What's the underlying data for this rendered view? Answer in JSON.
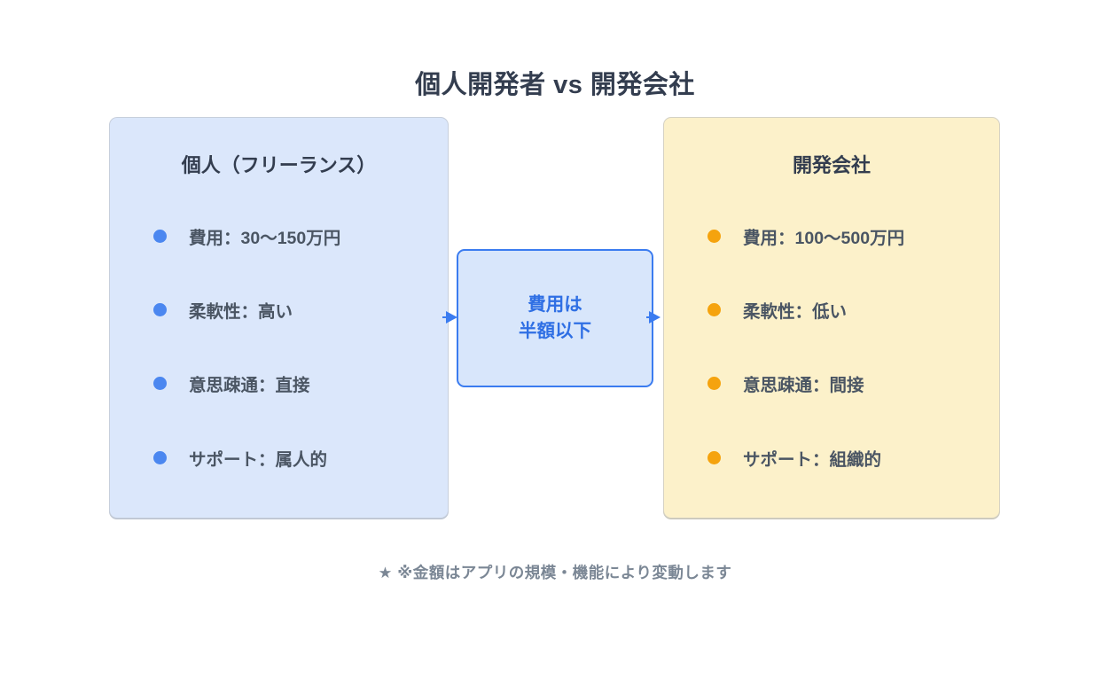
{
  "page": {
    "title": "個人開発者 vs 開発会社",
    "footnote": "★ ※金額はアプリの規模・機能により変動します",
    "background_color": "#ffffff",
    "title_color": "#333d4f",
    "footnote_color": "#7b8795"
  },
  "left_box": {
    "title": "個人（フリーランス）",
    "items": [
      "費用：30〜150万円",
      "柔軟性：高い",
      "意思疎通：直接",
      "サポート：属人的"
    ],
    "bullet_color": "#4b87f0",
    "background_color": "#dbe7fb",
    "border_color": "#c7cfdc",
    "text_color": "#4a5563"
  },
  "right_box": {
    "title": "開発会社",
    "items": [
      "費用：100〜500万円",
      "柔軟性：低い",
      "意思疎通：間接",
      "サポート：組織的"
    ],
    "bullet_color": "#f5a30e",
    "background_color": "#fcf1ca",
    "border_color": "#d5d2c5",
    "text_color": "#4a5563"
  },
  "center_box": {
    "line1": "費用は",
    "line2": "半額以下",
    "border_color": "#3b7cf0",
    "background_color": "#d8e6fb",
    "text_color": "#2f6fe4"
  },
  "arrows": {
    "color": "#3b7cf0",
    "direction": "right"
  }
}
